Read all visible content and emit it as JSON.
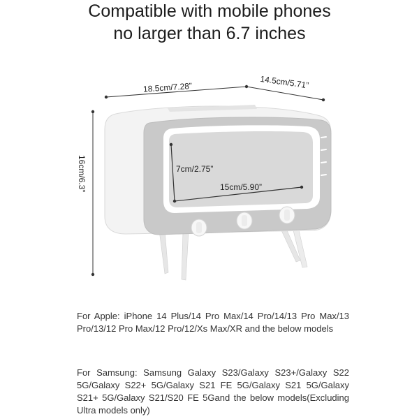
{
  "headline": {
    "line1": "Compatible with mobile phones",
    "line2": "no larger than 6.7 inches"
  },
  "dimensions": {
    "width": "18.5cm/7.28”",
    "depth": "14.5cm/5.71”",
    "height": "16cm/6.3”",
    "screen_height": "7cm/2.75”",
    "screen_width": "15cm/5.90”"
  },
  "compatibility": {
    "apple": "For Apple: iPhone 14 Plus/14 Pro Max/14 Pro/14/13 Pro Max/13 Pro/13/12 Pro Max/12 Pro/12/Xs Max/XR and the below models",
    "samsung": "For Samsung: Samsung Galaxy S23/Galaxy S23+/Galaxy S22 5G/Galaxy S22+ 5G/Galaxy S21 FE 5G/Galaxy S21 5G/Galaxy S21+ 5G/Galaxy S21/S20 FE 5Gand the below models(Excluding Ultra models only)"
  },
  "colors": {
    "body": "#f2f2f2",
    "panel": "#c8c8c8",
    "frame": "#ffffff",
    "screen": "#d9d9d9"
  }
}
